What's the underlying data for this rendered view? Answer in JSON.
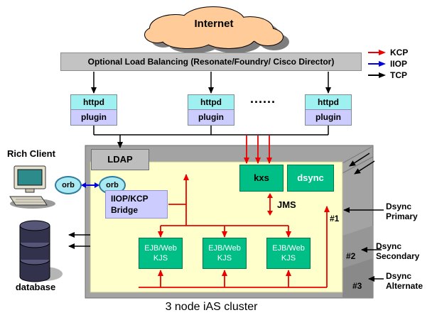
{
  "internet_label": "Internet",
  "load_balancer": {
    "label": "Optional Load Balancing (Resonate/Foundry/ Cisco Director)"
  },
  "legend": {
    "items": [
      {
        "label": "KCP",
        "color": "#ee0000"
      },
      {
        "label": "IIOP",
        "color": "#0000e0"
      },
      {
        "label": "TCP",
        "color": "#000000"
      }
    ]
  },
  "web_tier": {
    "servers": [
      {
        "top": "httpd",
        "bottom": "plugin"
      },
      {
        "top": "httpd",
        "bottom": "plugin"
      },
      {
        "top": "httpd",
        "bottom": "plugin"
      }
    ],
    "ellipsis": "......"
  },
  "rich_client": {
    "label": "Rich Client",
    "orbs": [
      "orb",
      "orb"
    ]
  },
  "ldap_label": "LDAP",
  "cluster": {
    "kxs_label": "kxs",
    "dsync_label": "dsync",
    "bridge_line1": "IIOP/KCP",
    "bridge_line2": "Bridge",
    "jms_label": "JMS",
    "kjs": [
      {
        "line1": "EJB/Web",
        "line2": "KJS"
      },
      {
        "line1": "EJB/Web",
        "line2": "KJS"
      },
      {
        "line1": "EJB/Web",
        "line2": "KJS"
      }
    ],
    "nodes": [
      "#1",
      "#2",
      "#3"
    ],
    "caption": "3 node iAS cluster"
  },
  "dsync_roles": [
    {
      "line1": "Dsync",
      "line2": "Primary"
    },
    {
      "line1": "Dsync",
      "line2": "Secondary"
    },
    {
      "line1": "Dsync",
      "line2": "Alternate"
    }
  ],
  "database_label": "database",
  "colors": {
    "kcp_red": "#ee0000",
    "iiop_blue": "#0000e0",
    "tcp_black": "#000000",
    "cloud_fill": "#ffcc99",
    "httpd_fill": "#9ff0f0",
    "plugin_fill": "#ccccff",
    "gray_bar": "#c3c3c3",
    "cluster_gray": "#a3a3a3",
    "cluster_cream": "#ffffcc",
    "engine_green": "#00bf86",
    "bridge_lavender": "#ccccff"
  }
}
